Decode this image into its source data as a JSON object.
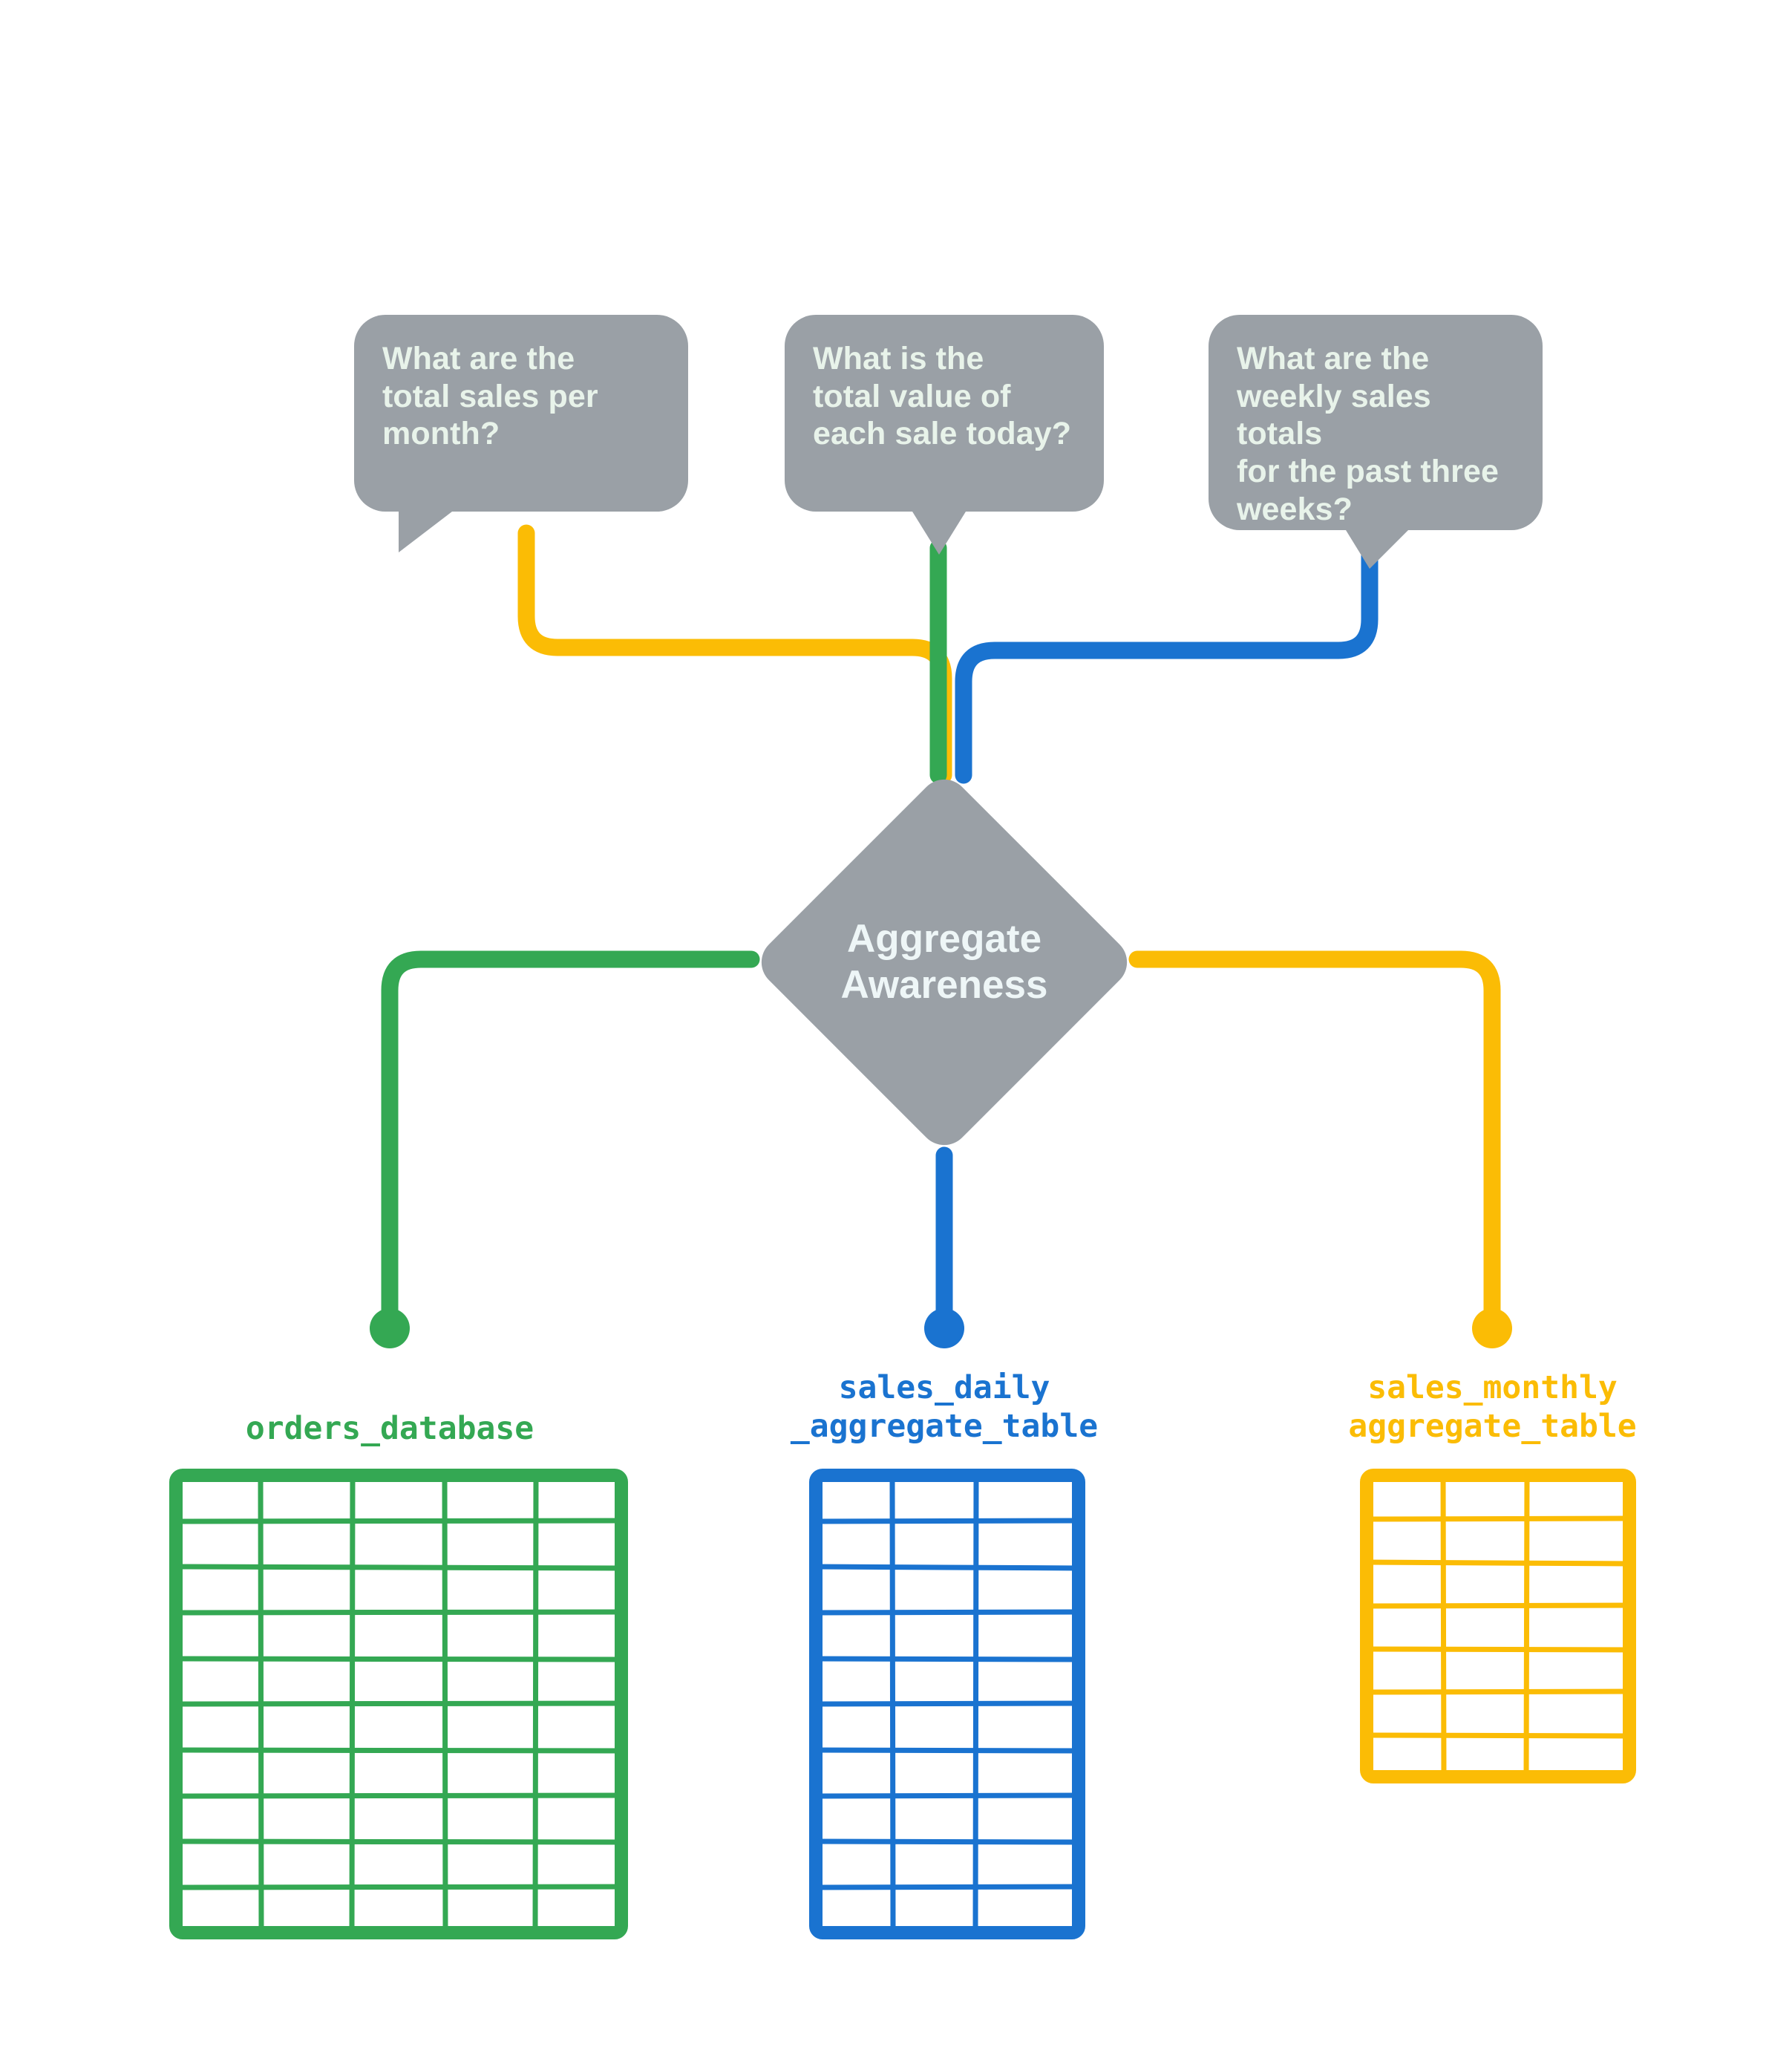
{
  "diagram": {
    "title": "Aggregate Awareness",
    "center_node": {
      "label": "Aggregate\nAwareness",
      "shape": "diamond",
      "color": "#9aa0a6",
      "text_color": "#eef6f7"
    },
    "questions": [
      {
        "id": "q-monthly",
        "text": "What are the\ntotal sales per\nmonth?",
        "connector_color": "#fbbc05",
        "routes_to": "sales_monthly_aggregate_table"
      },
      {
        "id": "q-daily",
        "text": "What is the\ntotal value of\neach sale today?",
        "connector_color": "#34a853",
        "routes_to": "orders_database"
      },
      {
        "id": "q-weekly",
        "text": "What are the\nweekly sales totals\nfor the past three\nweeks?",
        "connector_color": "#1a73d0",
        "routes_to": "sales_daily_aggregate_table"
      }
    ],
    "sources": [
      {
        "id": "orders_database",
        "label": "orders_database",
        "color": "#34a853",
        "grid": {
          "columns": 5,
          "rows": 10
        }
      },
      {
        "id": "sales_daily_aggregate_table",
        "label": "sales_daily\n_aggregate_table",
        "color": "#1a73d0",
        "grid": {
          "columns": 3,
          "rows": 10
        }
      },
      {
        "id": "sales_monthly_aggregate_table",
        "label": "sales_monthly\naggregate_table",
        "color": "#fbbc05",
        "grid": {
          "columns": 3,
          "rows": 7
        }
      }
    ],
    "palette": {
      "gray": "#9aa0a6",
      "green": "#34a853",
      "blue": "#1a73d0",
      "yellow": "#fbbc05",
      "bubble_text": "#e8f3ea",
      "background": "#ffffff"
    }
  }
}
